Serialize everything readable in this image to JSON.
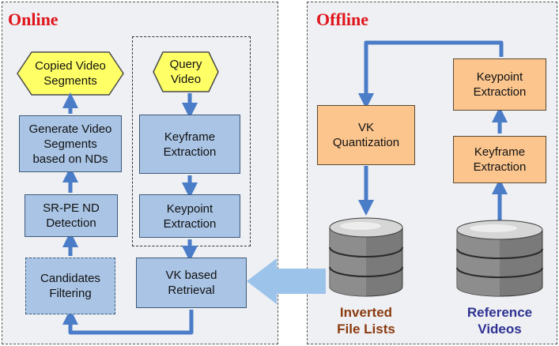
{
  "online": {
    "title": "Online",
    "copied_segments": "Copied Video\nSegments",
    "generate_segments": "Generate Video\nSegments\nbased on NDs",
    "srpe_detection": "SR-PE ND\nDetection",
    "candidates_filtering": "Candidates\nFiltering",
    "query_video": "Query\nVideo",
    "keyframe_extraction": "Keyframe\nExtraction",
    "keypoint_extraction": "Keypoint\nExtraction",
    "vk_retrieval": "VK based\nRetrieval"
  },
  "offline": {
    "title": "Offline",
    "vk_quantization": "VK\nQuantization",
    "keypoint_extraction": "Keypoint\nExtraction",
    "keyframe_extraction": "Keyframe\nExtraction",
    "inverted_file_lists": "Inverted\nFile Lists",
    "reference_videos": "Reference\nVideos"
  },
  "colors": {
    "title_red": "#e0141b",
    "arrow_blue": "#4a7cc7",
    "big_arrow_blue": "#9cc3ea",
    "box_blue": "#a9c4e5",
    "box_orange": "#fbc58d",
    "inverted_label": "#8b3a10",
    "reference_label": "#2e3192"
  }
}
